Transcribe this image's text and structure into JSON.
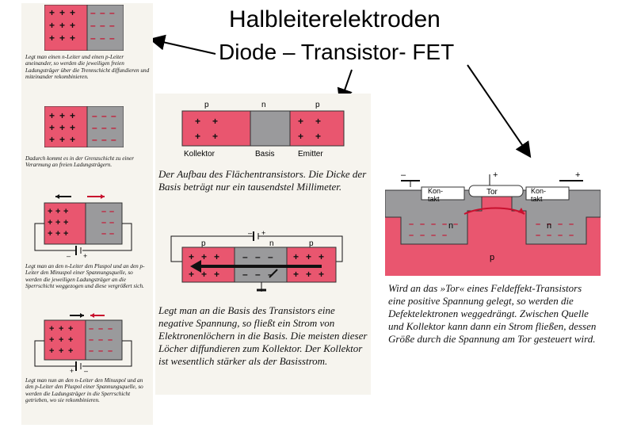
{
  "title": {
    "line1": "Halbleiterelektroden",
    "line2": "Diode – Transistor- FET"
  },
  "colors": {
    "p_region": "#e9566f",
    "n_region": "#9a9a9c",
    "arrow_red": "#c8102e",
    "ink": "#111111"
  },
  "diode": {
    "signs_p": "+",
    "signs_n": "–",
    "caption1": "Legt man einen n-Leiter und einen p-Leiter aneinander, so werden die jeweiligen freien Ladungsträger über die Trennschicht diffundieren und miteinander rekombinieren.",
    "caption2": "Dadurch kommt es in der Grenzschicht zu einer Verarmung an freien Ladungsträgern.",
    "caption3": "Legt man an den n-Leiter den Pluspol und an den p-Leiter den Minuspol einer Spannungsquelle, so werden die jeweiligen Ladungsträger an die Sperrschicht weggezogen und diese vergrößert sich.",
    "caption4": "Legt man nun an den n-Leiter den Minuspol und an den p-Leiter den Pluspol einer Spannungsquelle, so werden die Ladungsträger in die Sperrschicht getrieben, wo sie rekombinieren.",
    "battery_minus": "–",
    "battery_plus": "+"
  },
  "transistor": {
    "top_labels": [
      "p",
      "n",
      "p"
    ],
    "bottom_labels": [
      "Kollektor",
      "Basis",
      "Emitter"
    ],
    "caption1": "Der Aufbau des Flächentransistors. Die Dicke der Basis beträgt nur ein tausendstel Millimeter.",
    "caption2": "Legt man an die Basis des Transistors eine negative Spannung, so fließt ein Strom von Elektronenlöchern in die Basis. Die meisten dieser Löcher diffundieren zum Kollektor. Der Kollektor ist wesentlich stärker als der Basisstrom.",
    "battery_minus": "–",
    "battery_plus": "+"
  },
  "fet": {
    "contact_left": "Kon-\ntakt",
    "gate": "Tor",
    "contact_right": "Kon-\ntakt",
    "minus": "–",
    "plus1": "+",
    "plus2": "+",
    "n_left": "n",
    "n_right": "n",
    "p": "p",
    "caption": "Wird an das »Tor« eines Feldeffekt-Transistors eine positive Spannung gelegt, so werden die Defektelektronen weggedrängt. Zwischen Quelle und Kollektor kann dann ein Strom fließen, dessen Größe durch die Spannung am Tor gesteuert wird."
  }
}
